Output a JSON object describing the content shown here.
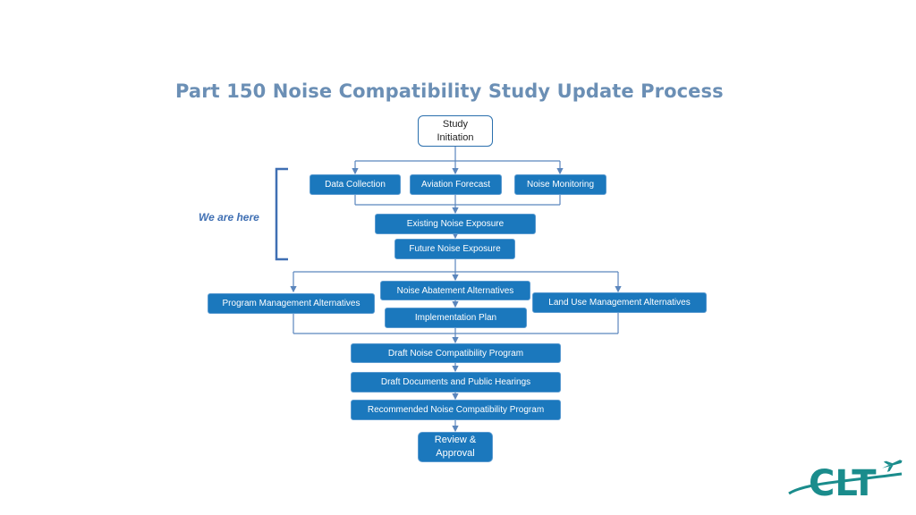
{
  "slide": {
    "title": "Part 150 Noise Compatibility Study Update Process",
    "annotation": "We are here"
  },
  "nodes": {
    "study_initiation": "Study\nInitiation",
    "data_collection": "Data Collection",
    "aviation_forecast": "Aviation Forecast",
    "noise_monitoring": "Noise Monitoring",
    "existing_noise": "Existing Noise Exposure",
    "future_noise": "Future Noise Exposure",
    "noise_abatement": "Noise Abatement Alternatives",
    "program_mgmt": "Program Management Alternatives",
    "land_use": "Land Use Management Alternatives",
    "implementation": "Implementation Plan",
    "draft_ncp": "Draft Noise Compatibility Program",
    "draft_docs": "Draft Documents and Public Hearings",
    "recommended_ncp": "Recommended Noise Compatibility Program",
    "review": "Review &\nApproval"
  },
  "logo": {
    "text": "CLT",
    "icon": "airplane-icon",
    "color": "#1a8c8c"
  },
  "colors": {
    "box_fill": "#1b78bd",
    "line": "#5b86bd",
    "title": "#6b8fb5"
  }
}
